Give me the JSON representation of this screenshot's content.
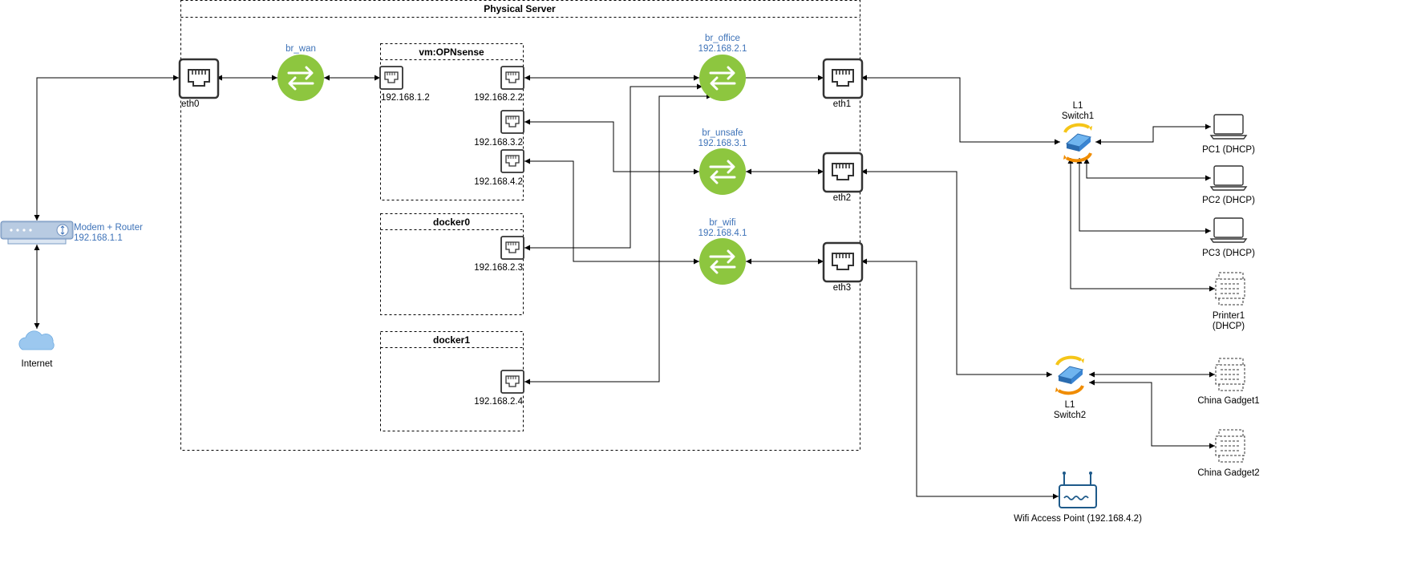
{
  "server": {
    "title": "Physical Server"
  },
  "vm": {
    "title": "vm:OPNsense",
    "ips": [
      "192.168.1.2",
      "192.168.2.2",
      "192.168.3.2",
      "192.168.4.2"
    ]
  },
  "docker0": {
    "title": "docker0",
    "ip": "192.168.2.3"
  },
  "docker1": {
    "title": "docker1",
    "ip": "192.168.2.4"
  },
  "bridges": {
    "wan": {
      "name": "br_wan",
      "ip": ""
    },
    "office": {
      "name": "br_office",
      "ip": "192.168.2.1"
    },
    "unsafe": {
      "name": "br_unsafe",
      "ip": "192.168.3.1"
    },
    "wifi": {
      "name": "br_wifi",
      "ip": "192.168.4.1"
    }
  },
  "ports": {
    "eth0": "eth0",
    "eth1": "eth1",
    "eth2": "eth2",
    "eth3": "eth3"
  },
  "modem": {
    "name": "Modem + Router",
    "ip": "192.168.1.1"
  },
  "internet": "Internet",
  "switch1": {
    "line1": "L1",
    "line2": "Switch1"
  },
  "switch2": {
    "line1": "L1",
    "line2": "Switch2"
  },
  "devices": {
    "pc1": "PC1 (DHCP)",
    "pc2": "PC2 (DHCP)",
    "pc3": "PC3 (DHCP)",
    "printer_line1": "Printer1",
    "printer_line2": "(DHCP)",
    "gadget1": "China Gadget1",
    "gadget2": "China Gadget2",
    "wifi_ap": "Wifi Access Point (192.168.4.2)"
  },
  "colors": {
    "bridge": "#8dc63f",
    "blue_label": "#3d72b8",
    "switch_blue": "#4a90d9",
    "arrow_yellow": "#f5c518",
    "arrow_orange": "#f08c00"
  },
  "icons": {
    "port": "ethernet-port-icon",
    "bridge": "bidirectional-arrows-icon",
    "modem": "modem-router-icon",
    "cloud": "cloud-icon",
    "switch": "network-switch-icon",
    "laptop": "laptop-icon",
    "printer": "generic-device-icon",
    "ap": "wifi-access-point-icon"
  }
}
